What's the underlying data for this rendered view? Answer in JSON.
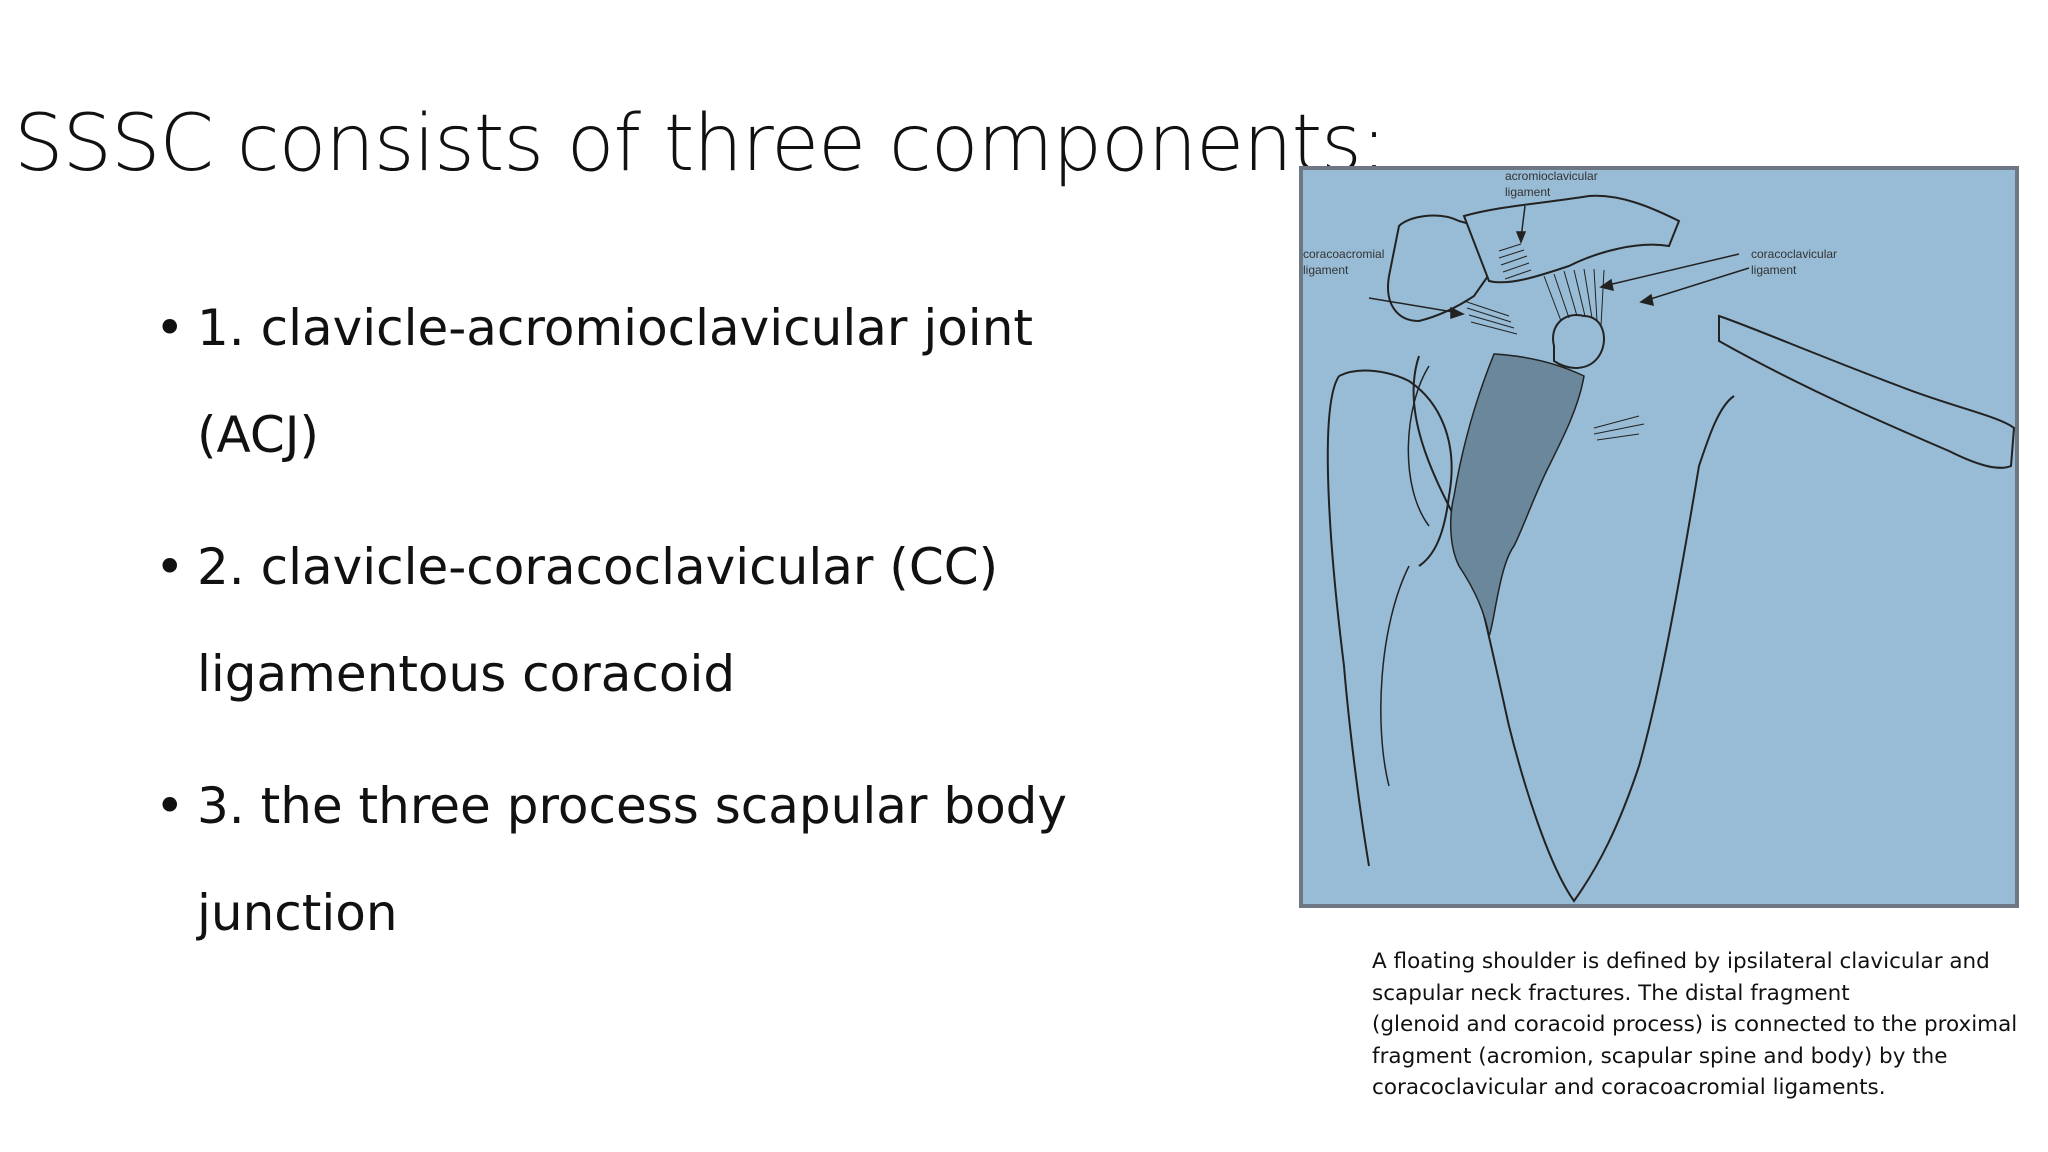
{
  "slide": {
    "title": "SSSC consists of three components:",
    "bullets": [
      {
        "lines": [
          "1.  clavicle-acromioclavicular joint (ACJ)"
        ]
      },
      {
        "lines": [
          "2.  clavicle-coracoclavicular (CC)",
          "ligamentous coracoid"
        ]
      },
      {
        "lines": [
          "3. the three process scapular body",
          "junction"
        ]
      }
    ],
    "bullet_glyph": "•"
  },
  "figure": {
    "background_color": "#98bcd6",
    "border_color": "#6d7884",
    "shaded_region_color": "#6a879c",
    "labels": {
      "acromioclavicular": [
        "acromioclavicular",
        "ligament"
      ],
      "coracoacromial": [
        "coracoacromial",
        "ligament"
      ],
      "coracoclavicular": [
        "coracoclavicular",
        "ligament"
      ]
    }
  },
  "caption": {
    "lines": [
      "A floating shoulder is defined by ipsilateral clavicular and",
      "scapular neck fractures. The distal fragment",
      "(glenoid and coracoid process) is connected to the proximal",
      "fragment (acromion, scapular spine and body) by the",
      "coracoclavicular and coracoacromial ligaments."
    ]
  }
}
